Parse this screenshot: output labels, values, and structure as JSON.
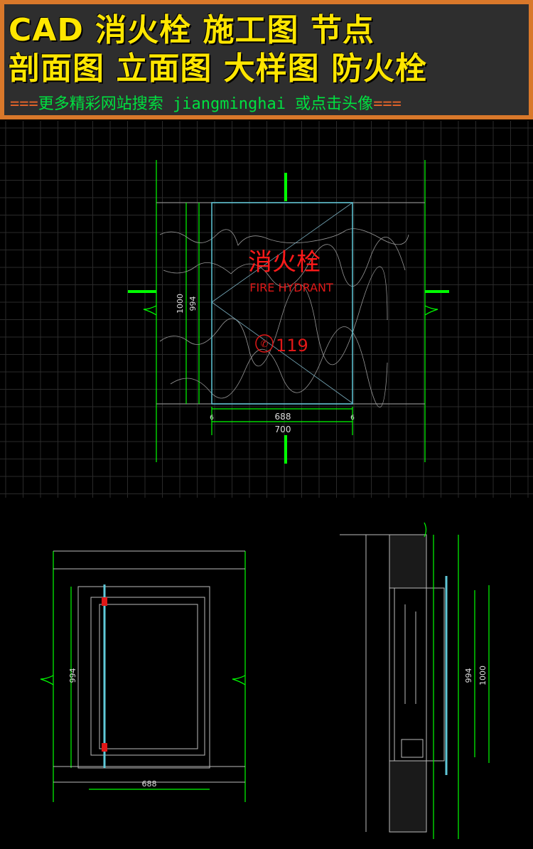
{
  "header": {
    "line1": "CAD 消火栓 施工图 节点",
    "line2": "剖面图 立面图 大样图 防火栓",
    "line3_prefix": "===",
    "line3": "更多精彩网站搜索 jiangminghai 或点击头像",
    "line3_suffix": "==="
  },
  "plan": {
    "title_cn": "消火栓",
    "title_en": "FIRE HYDRANT",
    "phone": "119",
    "dim_height_outer": "1000",
    "dim_height_inner": "994",
    "dim_width_inner": "688",
    "dim_width_outer": "700",
    "dim_edge": "6"
  },
  "elevation": {
    "dim_height": "994",
    "dim_width": "688"
  },
  "section": {
    "dim_inner": "994",
    "dim_outer": "1000"
  },
  "colors": {
    "header_border": "#d9782a",
    "title": "#ffe600",
    "subtitle": "#00e040",
    "cad_green": "#00ff00",
    "cad_cyan": "#5fc8d8",
    "cad_red": "#ff1a1a"
  }
}
